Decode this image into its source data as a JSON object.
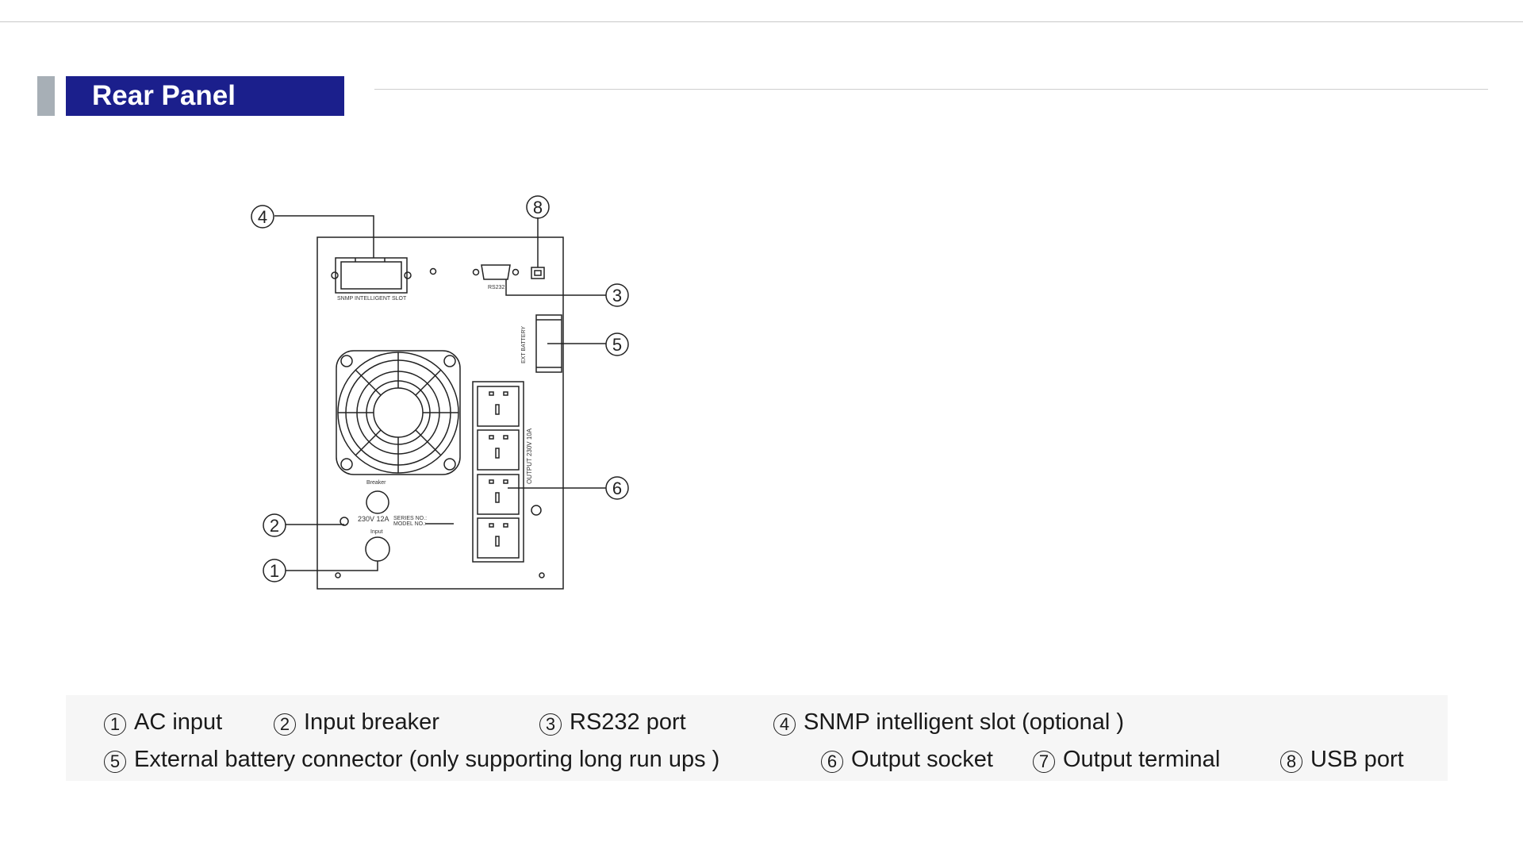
{
  "header": {
    "title": "Rear Panel"
  },
  "colors": {
    "title_bar": "#1b1f8c",
    "accent": "#a7afb6",
    "line": "#222222"
  },
  "diagram": {
    "callouts": [
      "1",
      "2",
      "3",
      "4",
      "5",
      "6",
      "8"
    ],
    "labels": {
      "snmp_slot": "SNMP INTELLIGENT SLOT",
      "rs232": "RS232",
      "ext_battery": "EXT BATTERY",
      "output": "OUTPUT   230V 10A",
      "breaker": "Breaker",
      "rating": "230V 12A",
      "series_no": "SERIES NO.:",
      "model_no": "MODEL  NO.:",
      "input": "Input"
    }
  },
  "legend": {
    "items": [
      {
        "num": "1",
        "label": "AC input"
      },
      {
        "num": "2",
        "label": "Input breaker"
      },
      {
        "num": "3",
        "label": "RS232 port"
      },
      {
        "num": "4",
        "label": "SNMP intelligent slot (optional )"
      },
      {
        "num": "5",
        "label": "External battery connector (only supporting long run ups )"
      },
      {
        "num": "6",
        "label": "Output socket"
      },
      {
        "num": "7",
        "label": "Output terminal"
      },
      {
        "num": "8",
        "label": "USB port"
      }
    ]
  }
}
